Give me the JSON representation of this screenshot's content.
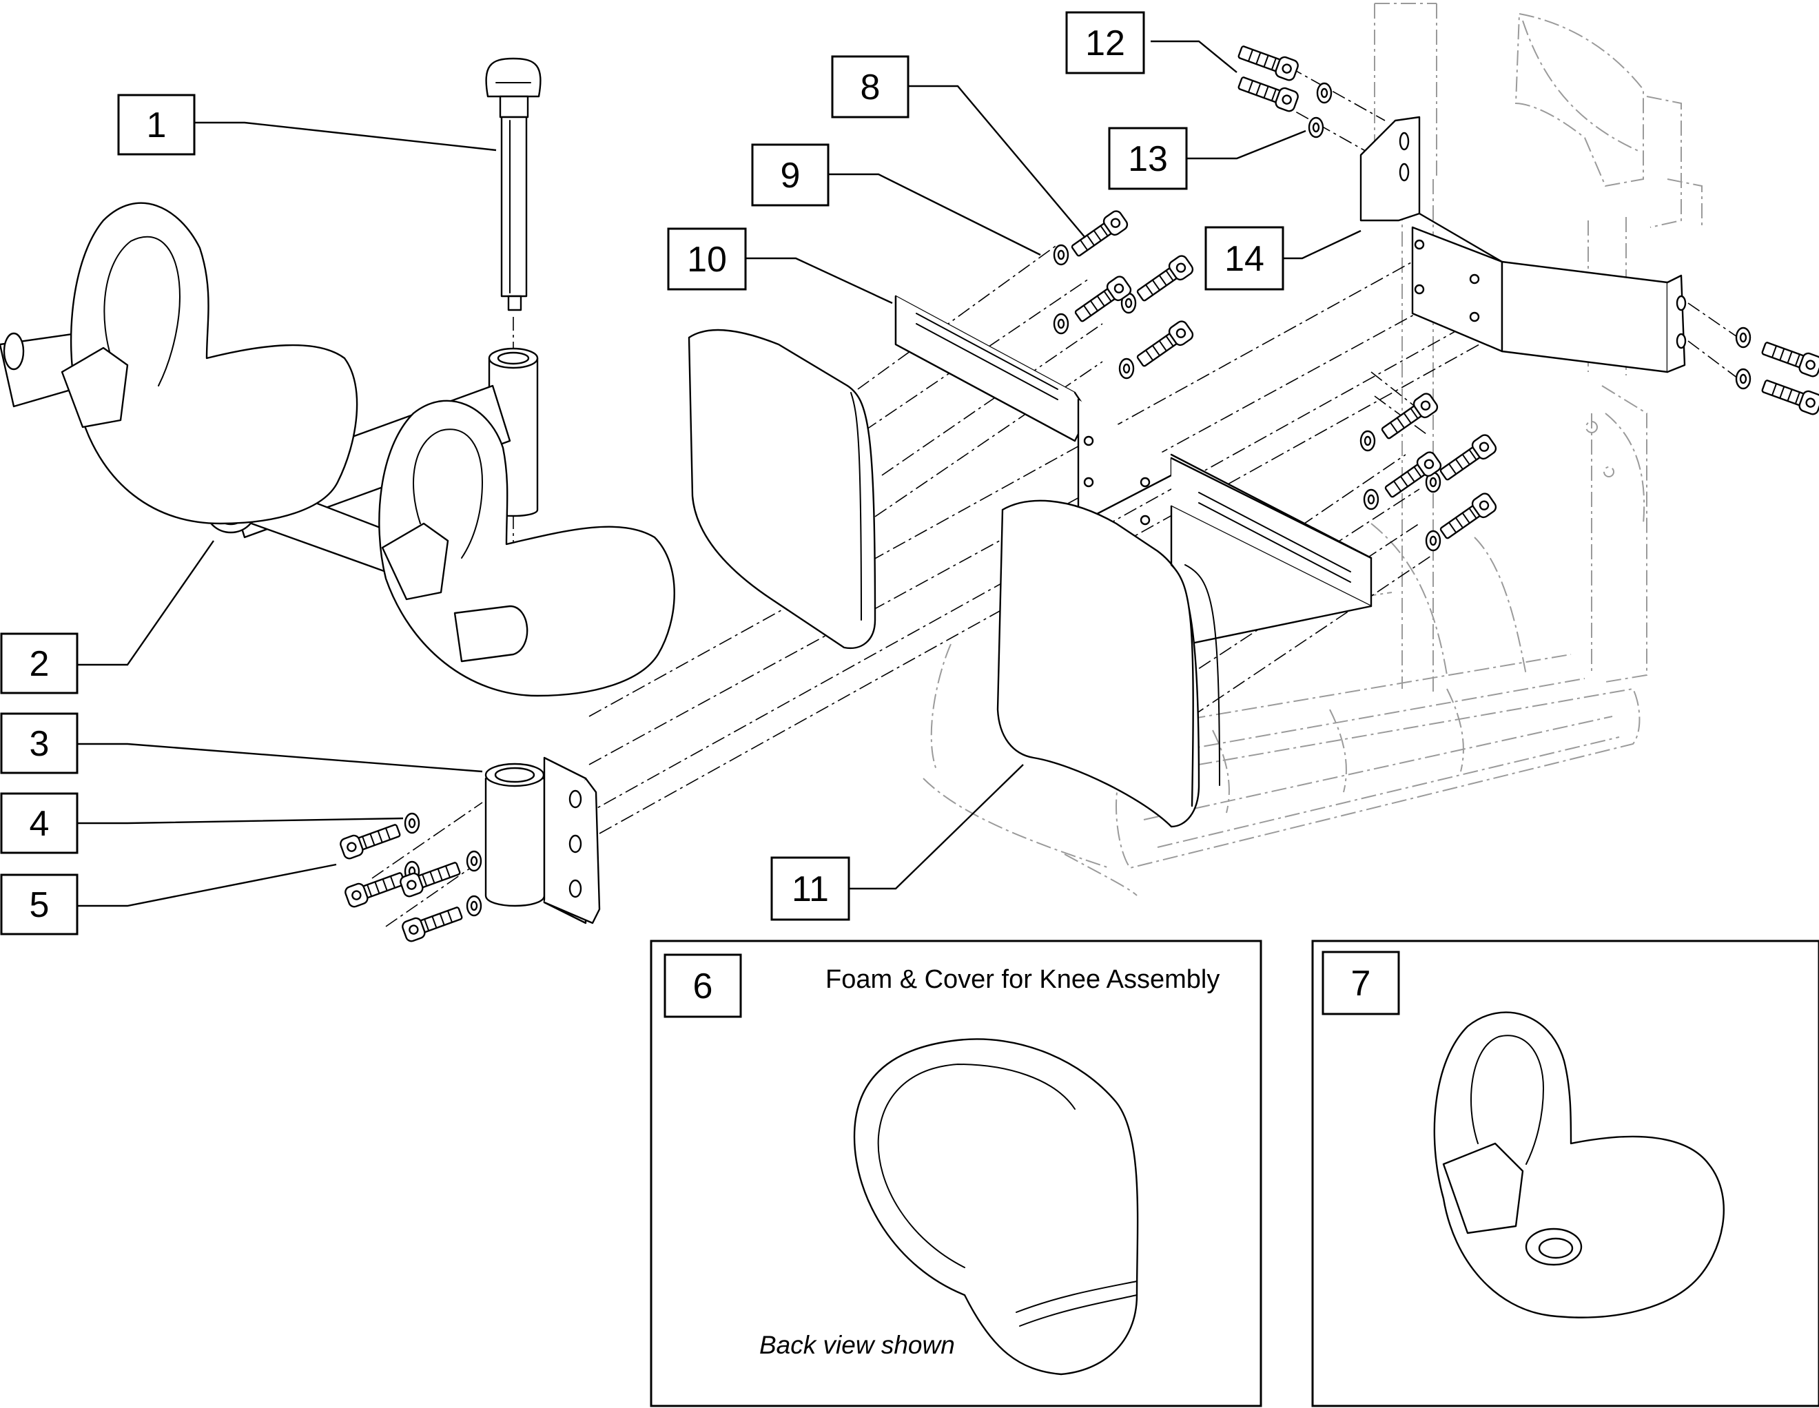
{
  "callouts": [
    "1",
    "2",
    "3",
    "4",
    "5",
    "6",
    "7",
    "8",
    "9",
    "10",
    "11",
    "12",
    "13",
    "14"
  ],
  "insets": {
    "six_title": "Foam & Cover for Knee Assembly",
    "six_note": "Back view shown"
  },
  "colors": {
    "line": "#000000",
    "ghost": "#9a9a9a",
    "background": "#ffffff"
  }
}
